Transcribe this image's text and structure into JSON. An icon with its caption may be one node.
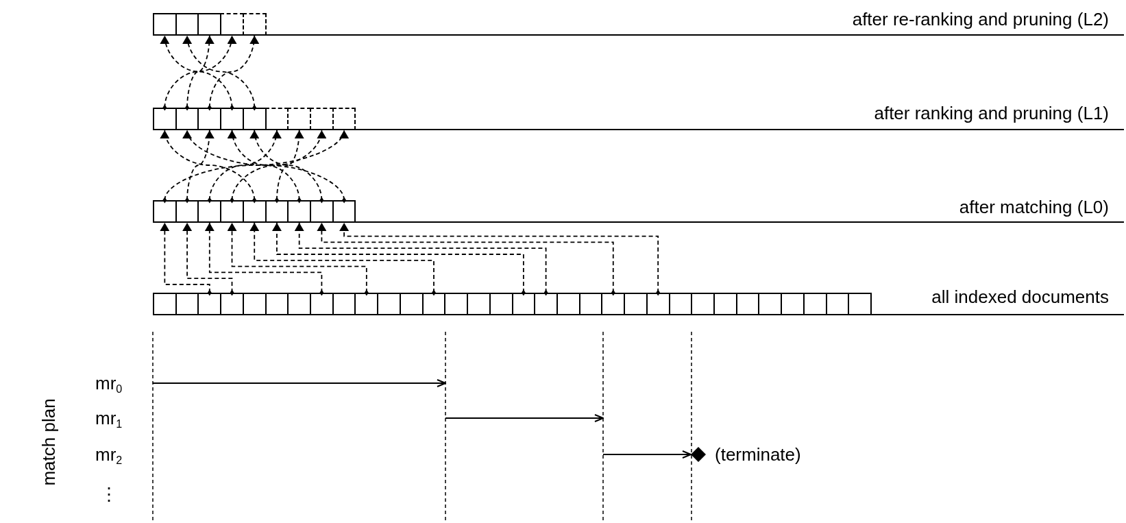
{
  "diagram": {
    "nodes": [
      {
        "text": [],
        "shape": "box"
      },
      {
        "text": [],
        "shape": "box"
      },
      {
        "text": [],
        "shape": "box"
      },
      {
        "text": [],
        "shape": "box"
      },
      {
        "text": [],
        "shape": "box"
      },
      {
        "text": [],
        "shape": "box"
      },
      {
        "text": [],
        "shape": "box"
      },
      {
        "text": [],
        "shape": "box"
      },
      {
        "text": [],
        "shape": "box"
      },
      {
        "text": [],
        "shape": "box"
      },
      {
        "text": [],
        "shape": "box"
      },
      {
        "text": [],
        "shape": "box"
      },
      {
        "text": [],
        "shape": "box"
      },
      {
        "text": [],
        "shape": "box"
      },
      {
        "text": [],
        "shape": "box"
      },
      {
        "text": [],
        "shape": "box"
      },
      {
        "text": [],
        "shape": "box"
      },
      {
        "text": [],
        "shape": "box"
      },
      {
        "text": [],
        "shape": "box"
      },
      {
        "text": [],
        "shape": "box"
      },
      {
        "text": [],
        "shape": "box"
      },
      {
        "text": [],
        "shape": "box"
      },
      {
        "text": [],
        "shape": "box"
      },
      {
        "text": [],
        "shape": "box"
      },
      {
        "text": [],
        "shape": "box"
      },
      {
        "text": [],
        "shape": "box"
      },
      {
        "text": [],
        "shape": "box"
      },
      {
        "text": [],
        "shape": "box"
      },
      {
        "text": [],
        "shape": "box"
      },
      {
        "text": [],
        "shape": "box"
      },
      {
        "text": [],
        "shape": "box"
      },
      {
        "text": [],
        "shape": "box"
      },
      {
        "text": [],
        "shape": "box"
      },
      {
        "text": [],
        "shape": "box"
      },
      {
        "text": [],
        "shape": "box"
      },
      {
        "text": [],
        "shape": "box"
      },
      {
        "text": [],
        "shape": "box"
      },
      {
        "text": [],
        "shape": "box"
      },
      {
        "text": [],
        "shape": "box"
      },
      {
        "text": [],
        "shape": "box"
      },
      {
        "text": [],
        "shape": "box"
      },
      {
        "text": [],
        "shape": "box"
      },
      {
        "text": [],
        "shape": "box"
      },
      {
        "text": [],
        "shape": "box"
      },
      {
        "text": [],
        "shape": "box"
      },
      {
        "text": [],
        "shape": "box"
      },
      {
        "text": [],
        "shape": "box"
      },
      {
        "text": [],
        "shape": "box"
      },
      {
        "text": [],
        "shape": "box"
      },
      {
        "text": [],
        "shape": "box"
      },
      {
        "text": [],
        "shape": "box"
      },
      {
        "text": [],
        "shape": "box"
      },
      {
        "text": [],
        "shape": "box"
      },
      {
        "text": [],
        "shape": "box"
      },
      {
        "text": [],
        "shape": "box"
      },
      {
        "text": [],
        "shape": "diamond",
        "beside": [
          "(terminate)"
        ]
      }
    ],
    "edges": [
      {
        "from": 8,
        "to": 0,
        "arrow": "to",
        "style": "dashed"
      },
      {
        "from": 9,
        "to": 1,
        "arrow": "to",
        "style": "dashed"
      },
      {
        "from": 6,
        "to": 2,
        "arrow": "to",
        "style": "dashed"
      },
      {
        "from": 5,
        "to": 3,
        "arrow": "to",
        "style": "dashed"
      },
      {
        "from": 7,
        "to": 4,
        "arrow": "to",
        "style": "dashed"
      },
      {
        "from": 18,
        "to": 5,
        "arrow": "to",
        "style": "dashed"
      },
      {
        "from": 22,
        "to": 6,
        "arrow": "to",
        "style": "dashed"
      },
      {
        "from": 15,
        "to": 7,
        "arrow": "to",
        "style": "dashed"
      },
      {
        "from": 20,
        "to": 8,
        "arrow": "to",
        "style": "dashed"
      },
      {
        "from": 21,
        "to": 9,
        "arrow": "to",
        "style": "dashed"
      },
      {
        "from": 16,
        "to": 10,
        "arrow": "to",
        "style": "dashed"
      },
      {
        "from": 19,
        "to": 11,
        "arrow": "to",
        "style": "dashed"
      },
      {
        "from": 17,
        "to": 12,
        "arrow": "to",
        "style": "dashed"
      },
      {
        "from": 14,
        "to": 13,
        "arrow": "to",
        "style": "dashed"
      },
      {
        "from": 25,
        "to": 14,
        "arrow": "to",
        "style": "dashed"
      },
      {
        "from": 26,
        "to": 15,
        "arrow": "to",
        "style": "dashed"
      },
      {
        "from": 30,
        "to": 16,
        "arrow": "to",
        "style": "dashed"
      },
      {
        "from": 32,
        "to": 17,
        "arrow": "to",
        "style": "dashed"
      },
      {
        "from": 35,
        "to": 18,
        "arrow": "to",
        "style": "dashed"
      },
      {
        "from": 39,
        "to": 19,
        "arrow": "to",
        "style": "dashed"
      },
      {
        "from": 40,
        "to": 20,
        "arrow": "to",
        "style": "dashed"
      },
      {
        "from": 43,
        "to": 21,
        "arrow": "to",
        "style": "dashed"
      },
      {
        "from": 45,
        "to": 22,
        "arrow": "to",
        "style": "dashed"
      },
      {
        "from": null,
        "to": 55,
        "arrow": "to"
      }
    ],
    "labels": [
      "after re-ranking and pruning (L2)",
      "after ranking and pruning (L1)",
      "after matching (L0)",
      "all indexed documents",
      "match plan",
      "mr$_{0}$",
      "mr$_{1}$",
      "mr$_{2}$",
      "⋮"
    ]
  }
}
